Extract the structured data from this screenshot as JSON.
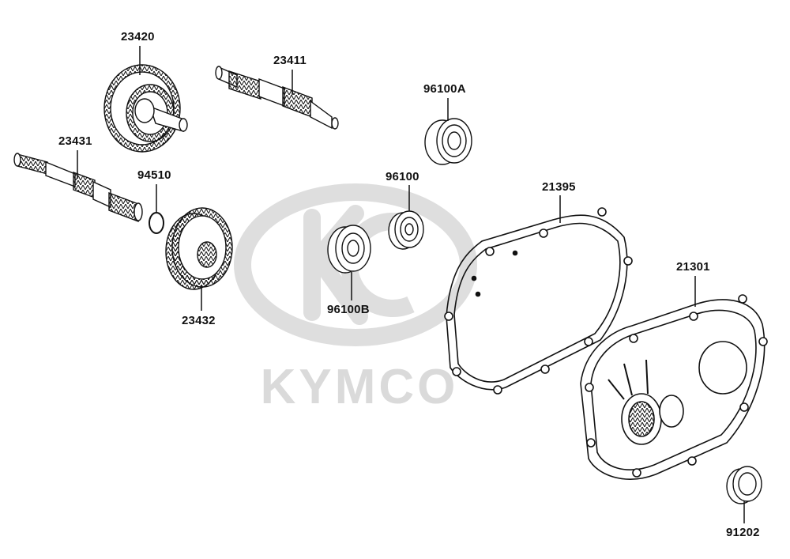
{
  "watermark": {
    "brand": "KYMCO",
    "logo": "kymco-emblem",
    "color": "#d9d9d9"
  },
  "parts": [
    {
      "id": "p23420",
      "label": "23420"
    },
    {
      "id": "p23411",
      "label": "23411"
    },
    {
      "id": "p96100A",
      "label": "96100A"
    },
    {
      "id": "p23431",
      "label": "23431"
    },
    {
      "id": "p94510",
      "label": "94510"
    },
    {
      "id": "p96100",
      "label": "96100"
    },
    {
      "id": "p21395",
      "label": "21395"
    },
    {
      "id": "p21301",
      "label": "21301"
    },
    {
      "id": "p96100B",
      "label": "96100B"
    },
    {
      "id": "p23432",
      "label": "23432"
    },
    {
      "id": "p91202",
      "label": "91202"
    }
  ],
  "colors": {
    "line": "#111111",
    "fill": "#ffffff"
  }
}
